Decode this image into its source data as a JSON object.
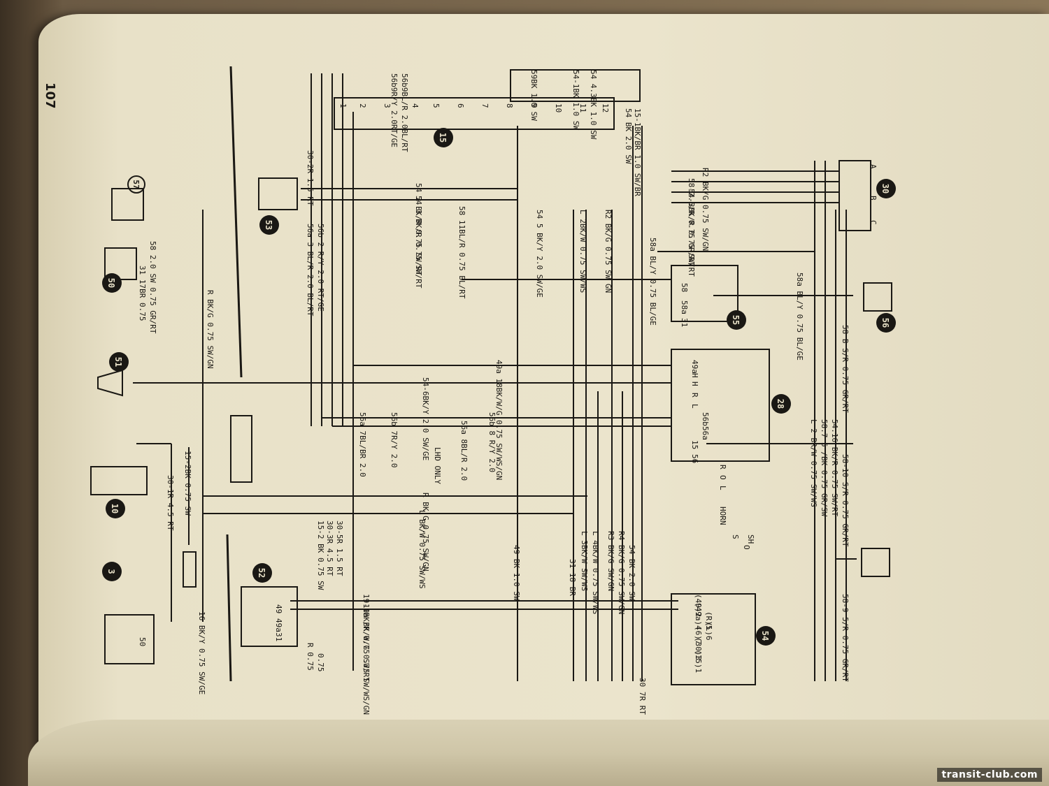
{
  "page_number": "107",
  "watermark": "transit-club.com",
  "components": [
    {
      "id": "3"
    },
    {
      "id": "10"
    },
    {
      "id": "15"
    },
    {
      "id": "28"
    },
    {
      "id": "30"
    },
    {
      "id": "50"
    },
    {
      "id": "51"
    },
    {
      "id": "52"
    },
    {
      "id": "53"
    },
    {
      "id": "54"
    },
    {
      "id": "55"
    },
    {
      "id": "56"
    },
    {
      "id": "57"
    }
  ],
  "wire_labels": {
    "top": [
      "56b9BL/R 2.0BL/RT",
      "56b9R/Y 2.0RT/GE",
      "54-1BK 1.0 SW",
      "59BK 1.0 SW",
      "54 4.3BK 1.0 SW"
    ],
    "mid_left": [
      "30-2R 1.5 RT",
      "56a 3 BL/R 2.0 BL/RT",
      "56b 2 R/Y 2.0 RT/GE",
      "R BK/G 0.75 SW/GN",
      "58 2.0 SW 0.75 GR/RT",
      "31 17BR 0.75"
    ],
    "mid": [
      "54 2 BK/R 0.75 SW/RT",
      "54 3 BK/R 0.75 SW/RT",
      "58 11BL/R 0.75 BL/RT",
      "54 5 BK/Y 2.0 SW/GE",
      "L 2BK/W 0.75 SW/WS",
      "R2 BK/G 0.75 SW GN"
    ],
    "bottom_right": [
      "54 BK 2.0 SW",
      "15-1BK/BR 1.0 SW/BR",
      "R2 BK/G 0.75 SW/GN",
      "58-2.5/R 0.75 GR/RT",
      "54-3BK/R 0.75 SW/RT"
    ],
    "lower": [
      "49a 18BK/W/G 0.75 SW/WS/GN",
      "54-6BK/Y 2.0 SW/GE",
      "56b 7R/Y 2.0",
      "56a 7BL/BR 2.0",
      "56b 8 R/Y 2.0",
      "56a 8BL/R 2.0"
    ],
    "bottom": [
      "L BK/W 0.75 SW/WS",
      "R BK G 0.75 SW/GN",
      "30-1R 4.5 RT",
      "15-2BK 0.75 SW",
      "15-2 BK 0.75 SW",
      "30-3R 4.5 RT",
      "30-5R 1.5 RT"
    ],
    "far_bottom": [
      "19-1BK/R 0.75 SW/RT",
      "19a BK/W/G 0.75 SW/WS/GN",
      "49 BK 1.0 SW",
      "31 18 BR",
      "L 3BK/W SW/WS",
      "L 4BK/W 0.75 SW/WS",
      "R3 BK/G SW/GN",
      "R4 BK/G 0.75 SW/GN",
      "54 BK 2.0 SW",
      "30 7R RT"
    ],
    "right_col": [
      "L 2 BR/W 0.75 SW/WS",
      "58.7 5 /BK 0.75 GR/SW",
      "54.16 BK/R 0.75 SW/RT",
      "58-10 S/R 0.75 GR/RT",
      "58-9 5/R 0.75 GR/RT",
      "58 B S/R 0.75 GR/RT",
      "58a BL/Y 0.75 BL/GE",
      "58a BL/Y 0.75 BL/GE"
    ]
  },
  "switch_labels": [
    "LHD ONLY",
    "HORN",
    "L",
    "O",
    "R",
    "S",
    "O",
    "SH"
  ],
  "connector_28_pins": [
    "56",
    "15",
    "56a",
    "56b",
    "L",
    "R",
    "H",
    "H",
    "49a"
  ],
  "connector_54_pins": [
    "(15)1",
    "(30)3",
    "(6)7",
    "(L)6",
    "(R)5",
    "(49a)4",
    "(49)2"
  ],
  "connector_52_pins": [
    "31",
    "49a",
    "49"
  ],
  "connector_55_pins": [
    "31",
    "58a",
    "58"
  ],
  "connector_30_letters": [
    "A",
    "B",
    "C"
  ],
  "connector_15_fuses": [
    "1",
    "2",
    "3",
    "4",
    "5",
    "6",
    "7",
    "8",
    "9",
    "10",
    "11",
    "12"
  ],
  "stray_labels": [
    "R 0.75",
    "0.75",
    "16 BK/Y 0.75 SW/GE",
    "50"
  ]
}
